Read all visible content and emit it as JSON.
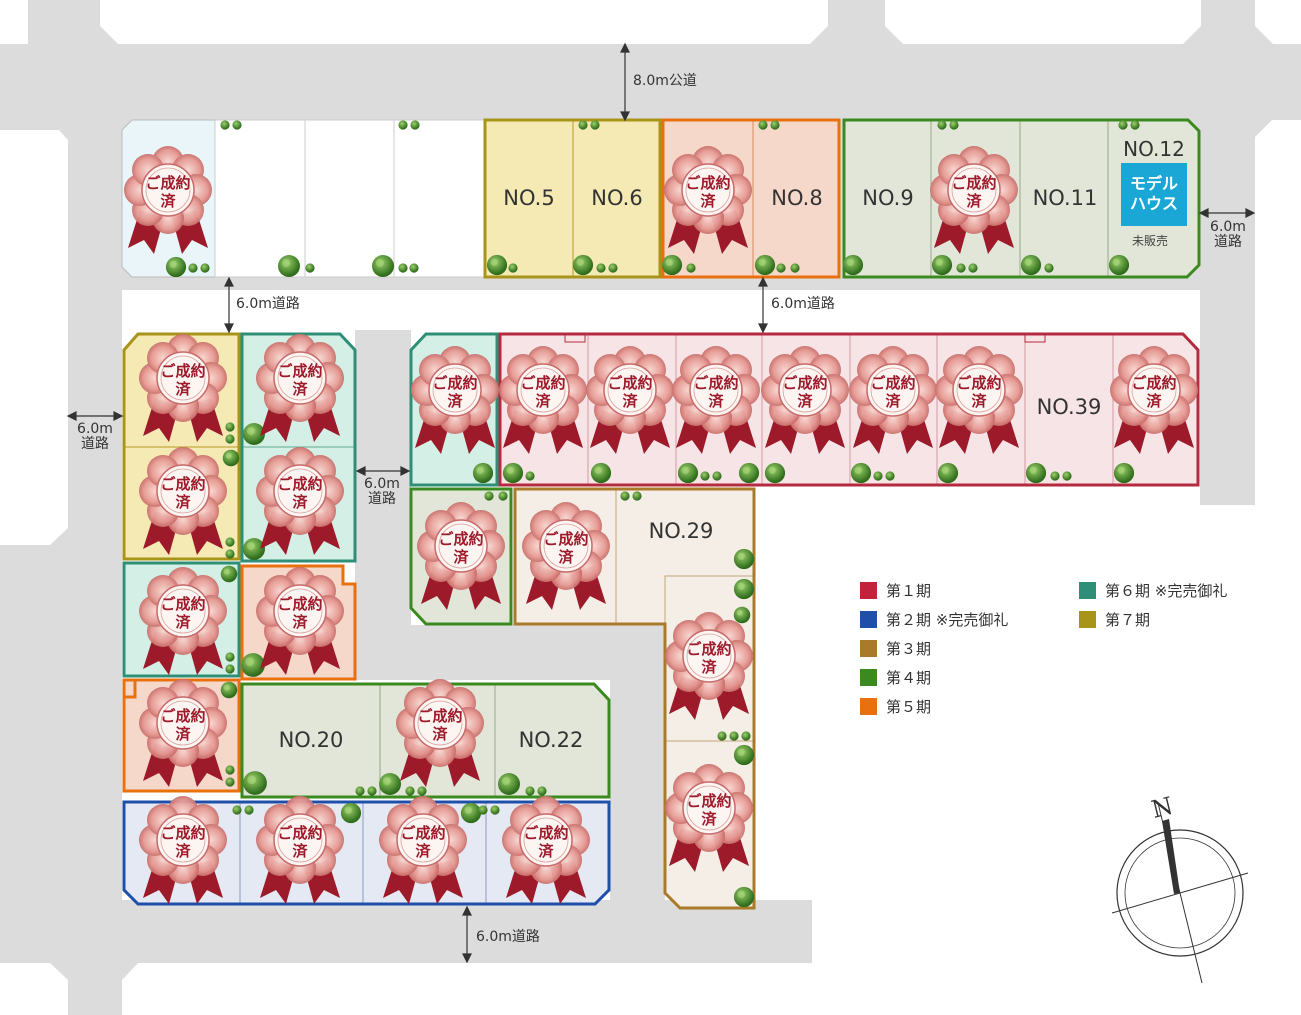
{
  "roads": {
    "public_top": "8.0m公道",
    "road_upper_left": "6.0m道路",
    "road_upper_right": "6.0m道路",
    "road_right_width": "6.0m",
    "road_right_unit": "道路",
    "road_left_width": "6.0m",
    "road_left_unit": "道路",
    "road_middle_width": "6.0m",
    "road_middle_unit": "道路",
    "road_bottom": "6.0m道路"
  },
  "contract_badge": {
    "line1": "ご成約",
    "line2": "済"
  },
  "lots": {
    "no5": "NO.5",
    "no6": "NO.6",
    "no8": "NO.8",
    "no9": "NO.9",
    "no11": "NO.11",
    "no12": "NO.12",
    "no20": "NO.20",
    "no22": "NO.22",
    "no29": "NO.29",
    "no39": "NO.39"
  },
  "model_house": {
    "line1": "モデル",
    "line2": "ハウス",
    "status": "未販売"
  },
  "legend": [
    {
      "label": "第１期",
      "color": "#c4213a"
    },
    {
      "label": "第２期 ※完売御礼",
      "color": "#1f4fa8"
    },
    {
      "label": "第３期",
      "color": "#a87a2a"
    },
    {
      "label": "第４期",
      "color": "#3b8a1f"
    },
    {
      "label": "第５期",
      "color": "#e8700f"
    },
    {
      "label": "第６期 ※完売御礼",
      "color": "#2e8f76"
    },
    {
      "label": "第７期",
      "color": "#a89418"
    }
  ],
  "compass": {
    "north": "N"
  }
}
